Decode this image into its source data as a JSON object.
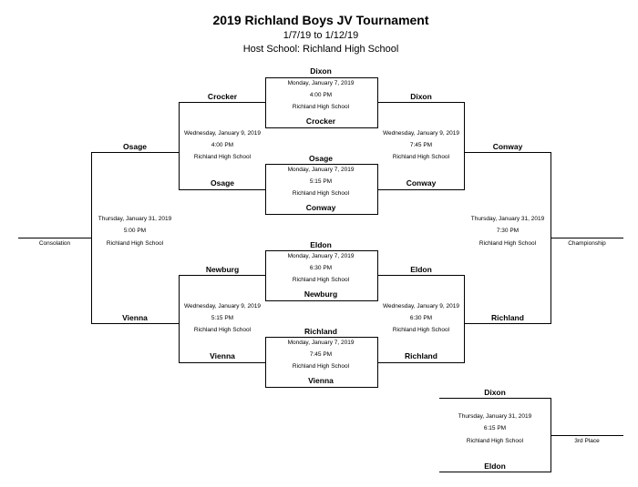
{
  "header": {
    "title": "2019 Richland Boys JV Tournament",
    "dates": "1/7/19 to 1/12/19",
    "host": "Host School: Richland High School"
  },
  "round1": [
    {
      "top": "Dixon",
      "bottom": "Crocker",
      "date": "Monday, January 7, 2019",
      "time": "4:00 PM",
      "location": "Richland High School"
    },
    {
      "top": "Osage",
      "bottom": "Conway",
      "date": "Monday, January 7, 2019",
      "time": "5:15 PM",
      "location": "Richland High School"
    },
    {
      "top": "Eldon",
      "bottom": "Newburg",
      "date": "Monday, January 7, 2019",
      "time": "6:30 PM",
      "location": "Richland High School"
    },
    {
      "top": "Richland",
      "bottom": "Vienna",
      "date": "Monday, January 7, 2019",
      "time": "7:45 PM",
      "location": "Richland High School"
    }
  ],
  "consolation_side": {
    "semi1": {
      "top": "Crocker",
      "bottom": "Osage",
      "date": "Wednesday, January 9, 2019",
      "time": "4:00 PM",
      "location": "Richland High School"
    },
    "semi2": {
      "top": "Newburg",
      "bottom": "Vienna",
      "date": "Wednesday, January 9, 2019",
      "time": "5:15 PM",
      "location": "Richland High School"
    },
    "final": {
      "top": "Osage",
      "bottom": "Vienna",
      "date": "Thursday, January 31, 2019",
      "time": "5:00 PM",
      "location": "Richland High School"
    },
    "label": "Consolation"
  },
  "championship_side": {
    "semi1": {
      "top": "Dixon",
      "bottom": "Conway",
      "date": "Wednesday, January 9, 2019",
      "time": "7:45 PM",
      "location": "Richland High School"
    },
    "semi2": {
      "top": "Eldon",
      "bottom": "Richland",
      "date": "Wednesday, January 9, 2019",
      "time": "6:30 PM",
      "location": "Richland High School"
    },
    "final": {
      "top": "Conway",
      "bottom": "Richland",
      "date": "Thursday, January 31, 2019",
      "time": "7:30 PM",
      "location": "Richland High School"
    },
    "label": "Championship"
  },
  "third_place": {
    "top": "Dixon",
    "bottom": "Eldon",
    "date": "Thursday, January 31, 2019",
    "time": "6:15 PM",
    "location": "Richland High School",
    "label": "3rd Place"
  }
}
